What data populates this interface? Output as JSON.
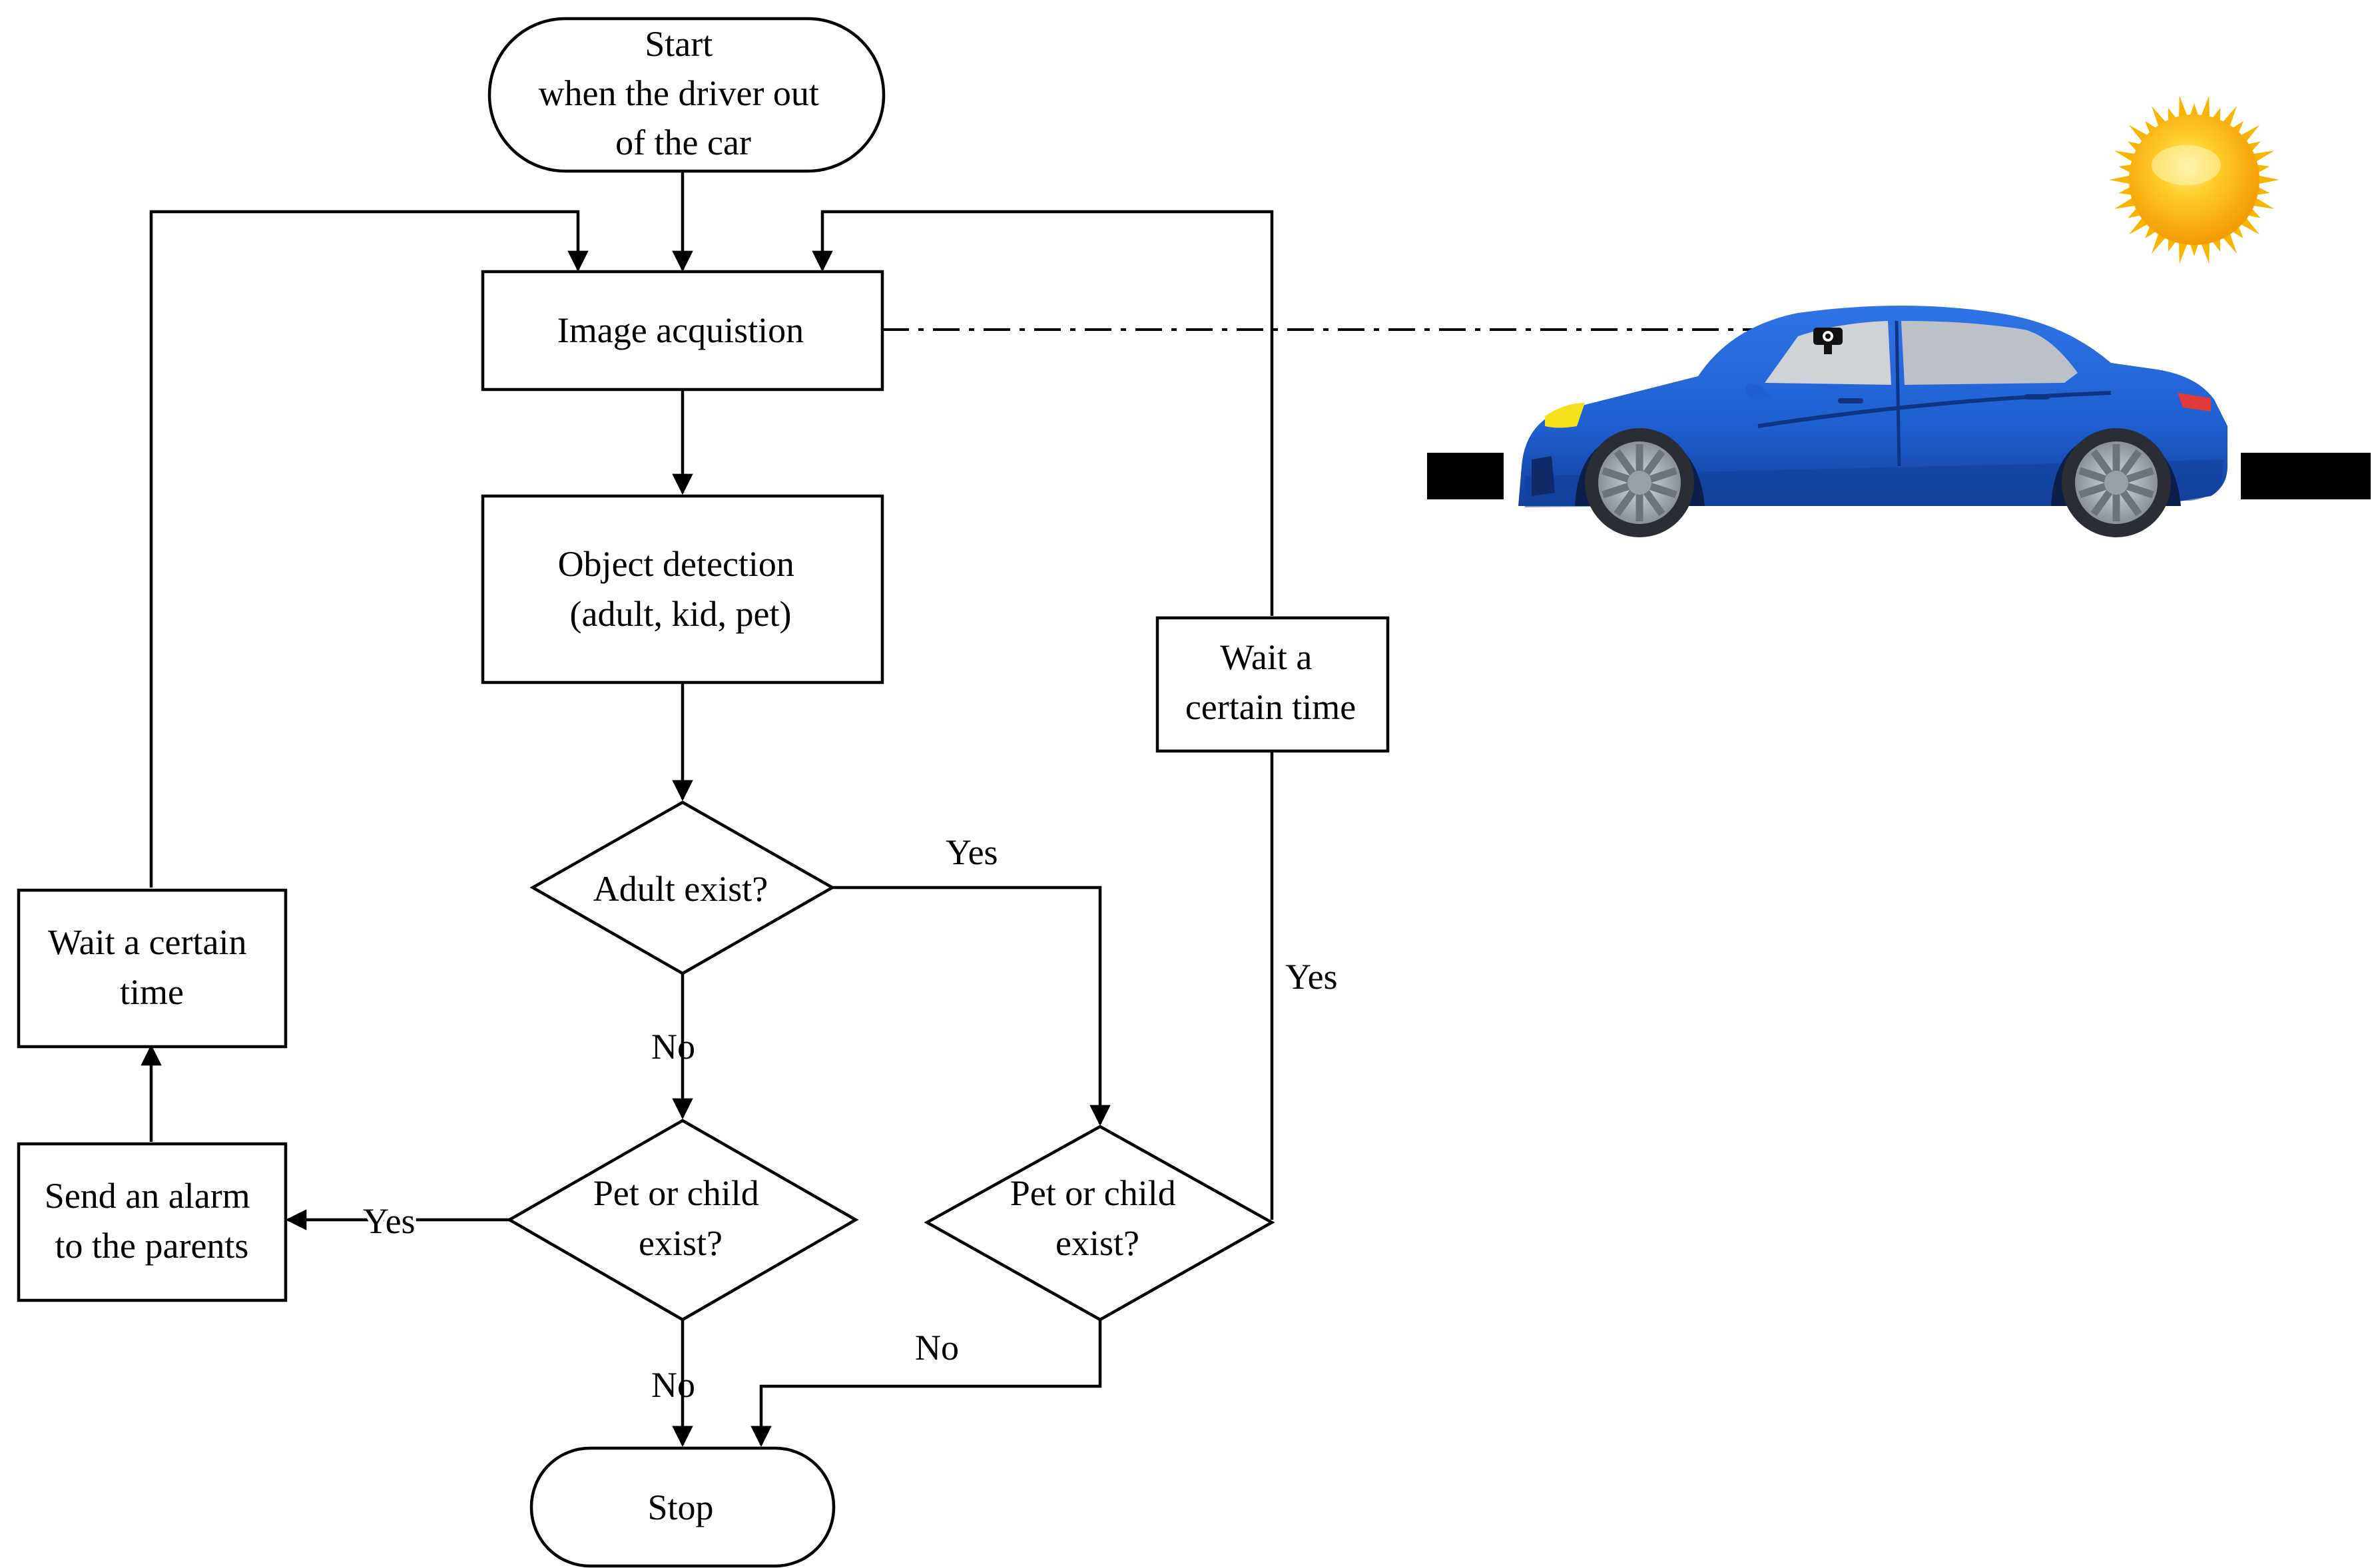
{
  "diagram": {
    "nodes": {
      "start": [
        "Start",
        "when the driver out",
        "of the car"
      ],
      "image_acquisition": [
        "Image acquistion"
      ],
      "object_detection": [
        "Object detection",
        "(adult, kid, pet)"
      ],
      "adult_exist": [
        "Adult exist?"
      ],
      "pet_child_left": [
        "Pet or child",
        "exist?"
      ],
      "pet_child_right": [
        "Pet or child",
        "exist?"
      ],
      "wait_left": [
        "Wait a certain",
        "time"
      ],
      "wait_right": [
        "Wait a",
        "certain time"
      ],
      "send_alarm": [
        "Send an alarm",
        "to the parents"
      ],
      "stop": [
        "Stop"
      ]
    },
    "edge_labels": {
      "adult_yes": "Yes",
      "adult_no": "No",
      "left_yes": "Yes",
      "left_no": "No",
      "right_yes": "Yes",
      "right_no": "No"
    }
  },
  "colors": {
    "car_body": "#1f5fd0",
    "car_body_dark": "#123f9a",
    "window": "#cfd3d8",
    "headlight": "#f3e11b",
    "taillight": "#e23a3a",
    "sun": "#f7b500",
    "sun_core": "#ffcf2e",
    "road_block": "#000000"
  },
  "illustration": {
    "car_icon": "car-icon",
    "camera_icon": "camera-icon",
    "sun_icon": "sun-icon"
  }
}
